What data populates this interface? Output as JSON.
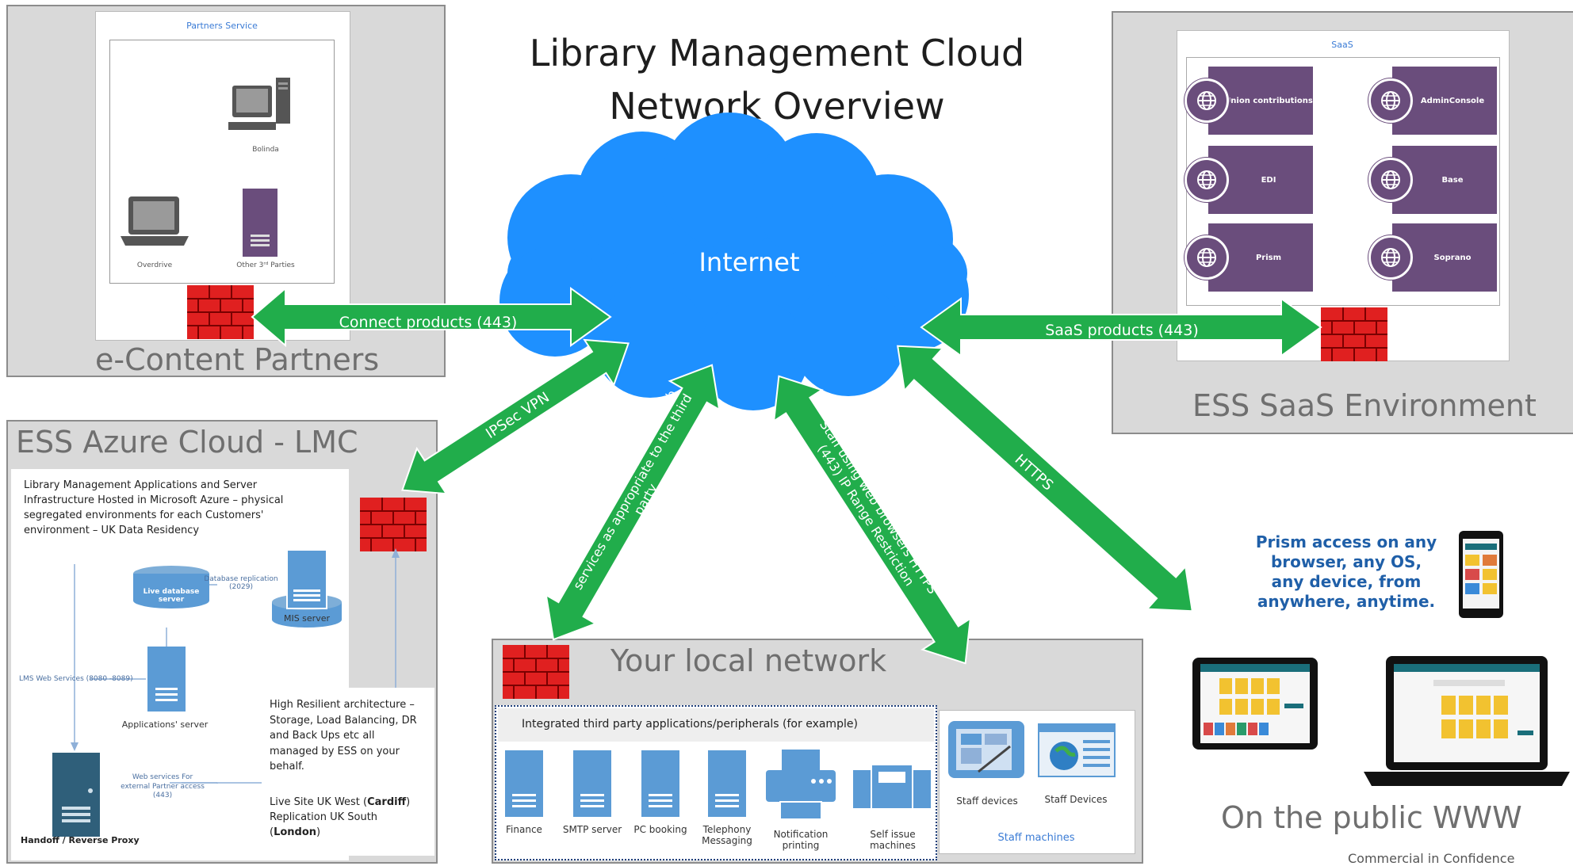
{
  "title": "Library Management Cloud\nNetwork Overview",
  "internet_label": "Internet",
  "econtent": {
    "title": "e-Content Partners",
    "partners_service": "Partners Service",
    "bolinda": "Bolinda",
    "overdrive": "Overdrive",
    "other_parties": "Other 3ʳᵈ Parties"
  },
  "saas": {
    "title": "ESS SaaS Environment",
    "inner_title": "SaaS",
    "items": [
      "Union contributions",
      "AdminConsole",
      "EDI",
      "Base",
      "Prism",
      "Soprano"
    ]
  },
  "azure": {
    "title": "ESS Azure Cloud - LMC",
    "description": "Library Management Applications and Server Infrastructure Hosted in Microsoft Azure – physical segregated environments for each Customers' environment – UK Data Residency",
    "live_db": "Live database server",
    "db_replication": "Database replication (2029)",
    "mis_server": "MIS server",
    "lms_web_services": "LMS Web Services (8080 -8089)",
    "app_server": "Applications' server",
    "web_services_note": "Web services For external Partner access (443)",
    "handoff": "Handoff / Reverse Proxy",
    "resilience": "High Resilient architecture – Storage, Load Balancing, DR and Back Ups etc all managed by ESS on your behalf.",
    "live_site_prefix": "Live Site UK West (",
    "live_site_bold": "Cardiff",
    "replication_prefix": "Replication UK South",
    "replication_bold": "London"
  },
  "local": {
    "title": "Your local network",
    "integrated_label": "Integrated third party applications/peripherals (for example)",
    "apps": [
      "Finance",
      "SMTP server",
      "PC booking",
      "Telephony Messaging",
      "Notification printing",
      "Self issue machines"
    ],
    "staff_devices_1": "Staff devices",
    "staff_devices_2": "Staff Devices",
    "staff_machines": "Staff machines"
  },
  "public": {
    "title": "On the public WWW",
    "prism_access": "Prism access on any browser, any OS, any device, from anywhere, anytime."
  },
  "arrows": {
    "connect": "Connect products (443)",
    "saas": "SaaS products (443)",
    "ipsec": "IPSec VPN",
    "ipsec_api": "IPSec VPN and Encrypted API web services as appropriate to the third party",
    "staff_https": "Staff using web browsers HTTPS (443) IP Range Restriction",
    "https": "HTTPS"
  },
  "footer": "Commercial in Confidence",
  "colors": {
    "arrow_green": "#21ad4b",
    "cloud_blue": "#1e90ff",
    "firewall_red": "#e02020",
    "saas_purple": "#6a4d7c",
    "server_blue": "#5b9bd5",
    "panel_gray": "#d9d9d9"
  }
}
